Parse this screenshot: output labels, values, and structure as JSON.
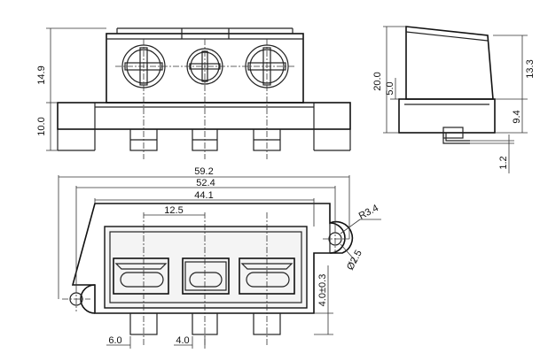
{
  "dimensions": {
    "front_upper_height": "14.9",
    "front_base_height": "10.0",
    "side_total_height": "20.0",
    "side_base_offset": "5.0",
    "side_upper_height": "13.3",
    "side_pin_height": "9.4",
    "side_pin_thickness": "1.2",
    "overall_length": "59.2",
    "hole_pitch": "52.4",
    "housing_width": "44.1",
    "contact_pitch": "12.5",
    "corner_radius": "R3.4",
    "hole_diameter": "Ø2.5",
    "pin_offset": "4.0±0.3",
    "pin_spacing_left": "6.0",
    "pin_spacing_mid": "4.0"
  }
}
